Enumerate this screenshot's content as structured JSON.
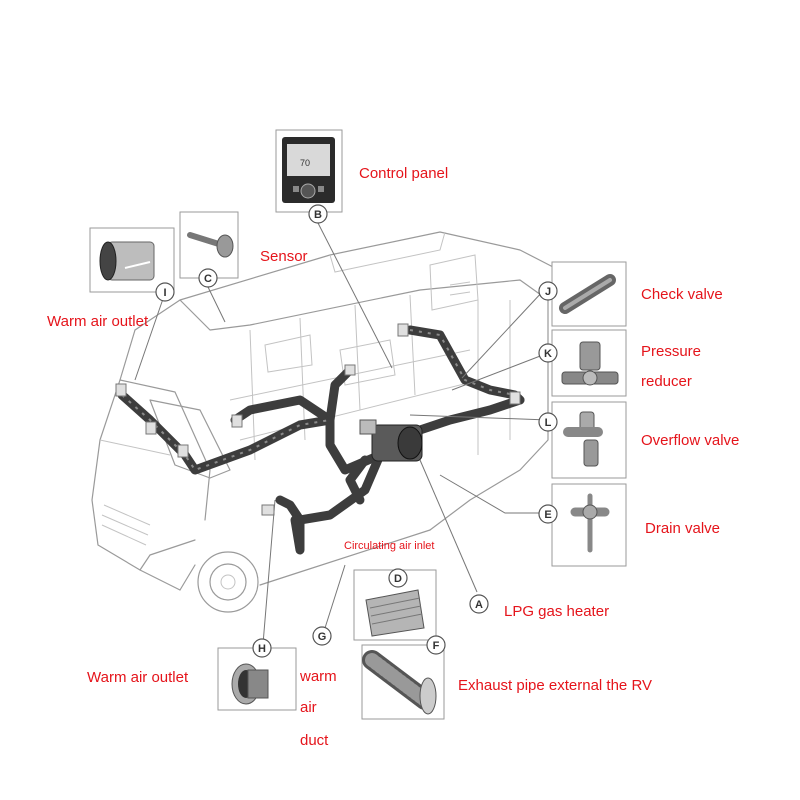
{
  "components": {
    "control_panel": {
      "letter": "B",
      "label": "Control panel"
    },
    "sensor": {
      "letter": "C",
      "label": "Sensor"
    },
    "warm_air_outlet_top": {
      "letter": "I",
      "label": "Warm air outlet"
    },
    "check_valve": {
      "letter": "J",
      "label": "Check valve"
    },
    "pressure_reducer": {
      "letter": "K",
      "label_line1": "Pressure",
      "label_line2": "reducer"
    },
    "overflow_valve": {
      "letter": "L",
      "label": "Overflow valve"
    },
    "drain_valve": {
      "letter": "E",
      "label": "Drain valve"
    },
    "circulating_air_inlet": {
      "letter": "D",
      "label": "Circulating air inlet"
    },
    "lpg_gas_heater": {
      "letter": "A",
      "label": "LPG gas heater"
    },
    "warm_air_duct": {
      "letter": "G",
      "label_line1": "warm",
      "label_line2": "air",
      "label_line3": "duct"
    },
    "exhaust_pipe": {
      "letter": "F",
      "label": "Exhaust pipe external the RV"
    },
    "warm_air_outlet_bottom": {
      "letter": "H",
      "label": "Warm air outlet"
    }
  },
  "display": {
    "reading": "70"
  },
  "colors": {
    "label": "#e5141b",
    "duct": "#3d3d3d",
    "outline": "#9a9a9a"
  }
}
